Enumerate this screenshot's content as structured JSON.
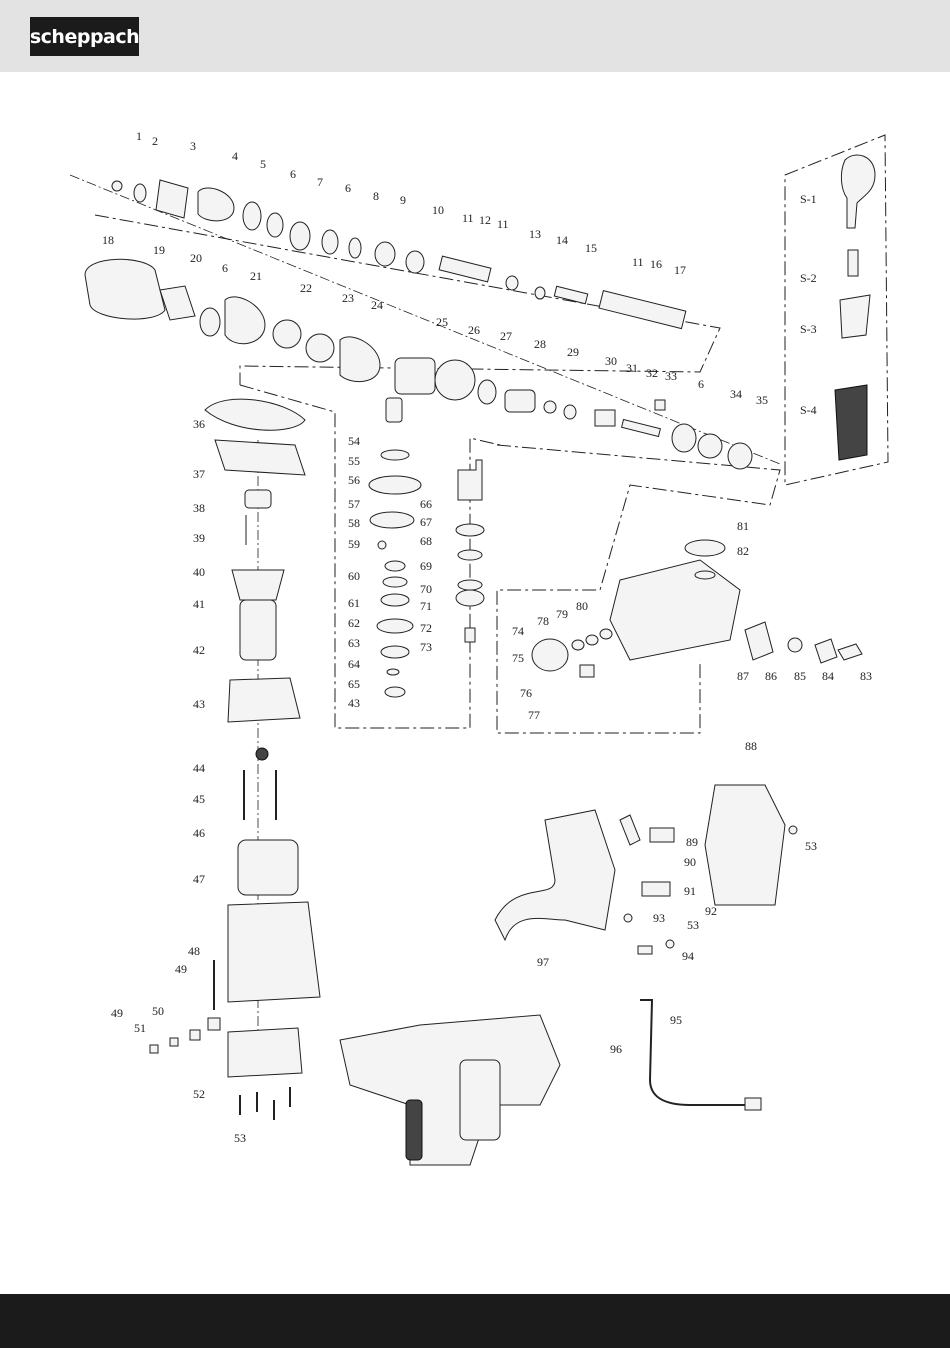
{
  "header": {
    "brand": "scheppach"
  },
  "colors": {
    "header_bg": "#e3e3e3",
    "footer_bg": "#1b1b1b",
    "logo_bg": "#1b1b1b"
  },
  "labels": [
    "1",
    "2",
    "3",
    "4",
    "5",
    "6",
    "7",
    "6",
    "8",
    "9",
    "10",
    "11",
    "12",
    "11",
    "13",
    "14",
    "15",
    "11",
    "16",
    "17",
    "18",
    "19",
    "20",
    "6",
    "21",
    "22",
    "23",
    "24",
    "25",
    "26",
    "27",
    "28",
    "29",
    "30",
    "31",
    "32",
    "33",
    "6",
    "34",
    "35",
    "36",
    "37",
    "38",
    "39",
    "40",
    "41",
    "42",
    "43",
    "44",
    "45",
    "46",
    "47",
    "48",
    "49",
    "50",
    "51",
    "49",
    "52",
    "53",
    "54",
    "55",
    "56",
    "57",
    "58",
    "59",
    "60",
    "61",
    "62",
    "63",
    "64",
    "65",
    "43",
    "66",
    "67",
    "68",
    "69",
    "70",
    "71",
    "72",
    "73",
    "74",
    "75",
    "76",
    "77",
    "78",
    "79",
    "80",
    "81",
    "82",
    "83",
    "84",
    "85",
    "86",
    "87",
    "88",
    "89",
    "90",
    "91",
    "92",
    "53",
    "93",
    "53",
    "94",
    "95",
    "96",
    "97",
    "S-1",
    "S-2",
    "S-3",
    "S-4"
  ]
}
